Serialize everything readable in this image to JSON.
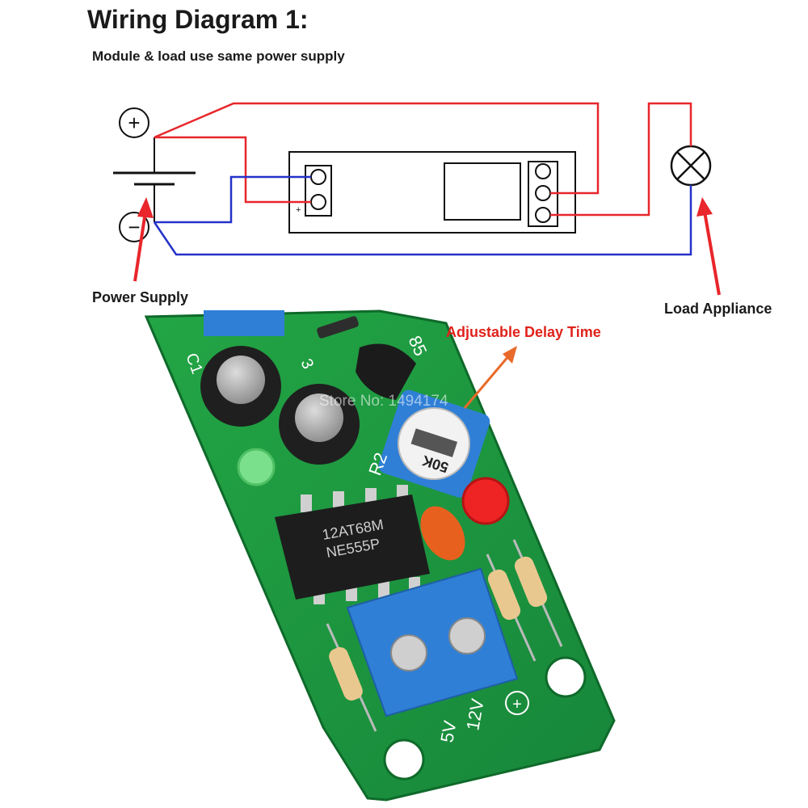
{
  "title": "Wiring Diagram 1:",
  "subtitle": "Module & load use same power supply",
  "labels": {
    "power_supply": "Power Supply",
    "load_appliance": "Load Appliance",
    "adjustable_delay": "Adjustable Delay Time",
    "terminal_plus": "+"
  },
  "battery": {
    "plus_symbol": "+",
    "minus_symbol": "−"
  },
  "board": {
    "chip_line1": "12AT68M",
    "chip_line2": "NE555P",
    "pot_marking": "50K",
    "cap_mark_c1": "C1",
    "silk_r2": "R2",
    "silk_v5": "5V",
    "silk_v12": "12V",
    "silk_plus": "+",
    "silk_85": "85",
    "silk_3": "3"
  },
  "watermark": "Store No: 1494174",
  "colors": {
    "wire_positive": "#e8262b",
    "wire_negative": "#2431c8",
    "pcb_green": "#1f9a3c",
    "terminal_blue": "#2f7fd6",
    "label_red": "#e0221b"
  }
}
